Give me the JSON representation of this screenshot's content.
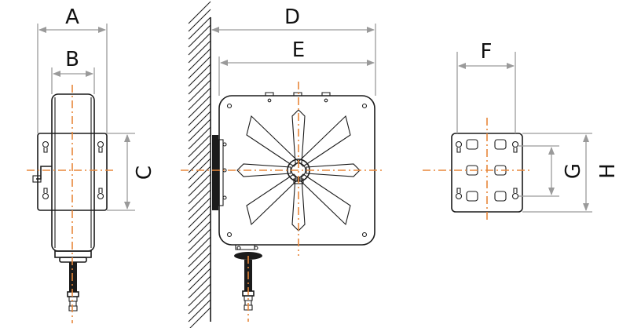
{
  "labels": {
    "A": "A",
    "B": "B",
    "C": "C",
    "D": "D",
    "E": "E",
    "F": "F",
    "G": "G",
    "H": "H"
  },
  "colors": {
    "centerline": "#e8873a",
    "dimension": "#9a9a9a",
    "outline": "#1b1b1b"
  }
}
